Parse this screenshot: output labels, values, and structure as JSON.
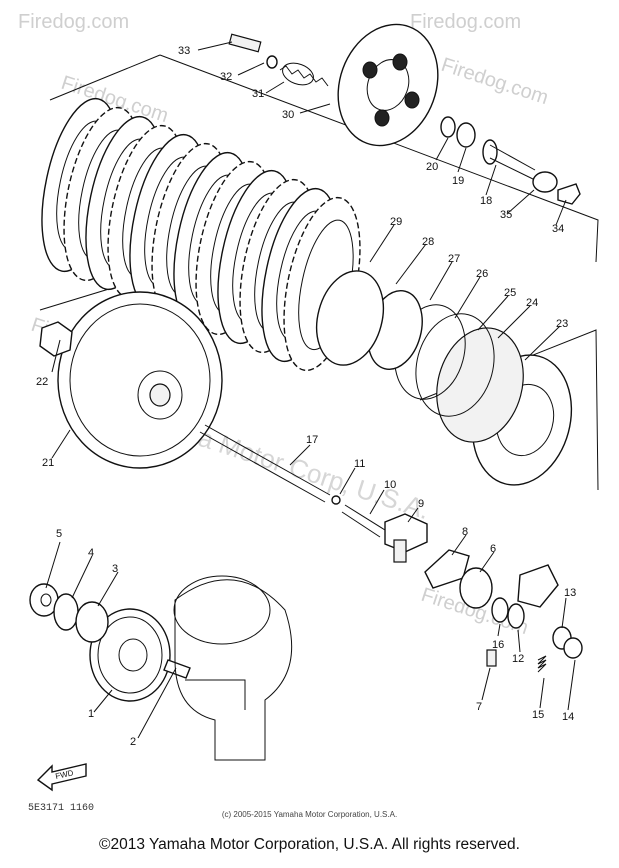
{
  "diagram": {
    "watermarks": [
      "Firedog.com",
      "Firedog.com",
      "Firedog.com",
      "Firedog.com",
      "Firedog.com",
      "Firedog.com",
      "Yamaha Motor Corp, U.S.A."
    ],
    "reference_code": "5E3171 1160",
    "inner_copyright": "(c) 2005-2015 Yamaha Motor Corporation, U.S.A.",
    "fwd_arrow_label": "FWD",
    "part_labels": [
      "1",
      "2",
      "3",
      "4",
      "5",
      "6",
      "7",
      "8",
      "9",
      "10",
      "11",
      "12",
      "13",
      "14",
      "15",
      "16",
      "17",
      "18",
      "19",
      "20",
      "21",
      "22",
      "23",
      "24",
      "25",
      "26",
      "27",
      "28",
      "29",
      "30",
      "31",
      "32",
      "33",
      "34",
      "35"
    ]
  },
  "footer": {
    "copyright": "©2013 Yamaha Motor Corporation, U.S.A. All rights reserved."
  }
}
